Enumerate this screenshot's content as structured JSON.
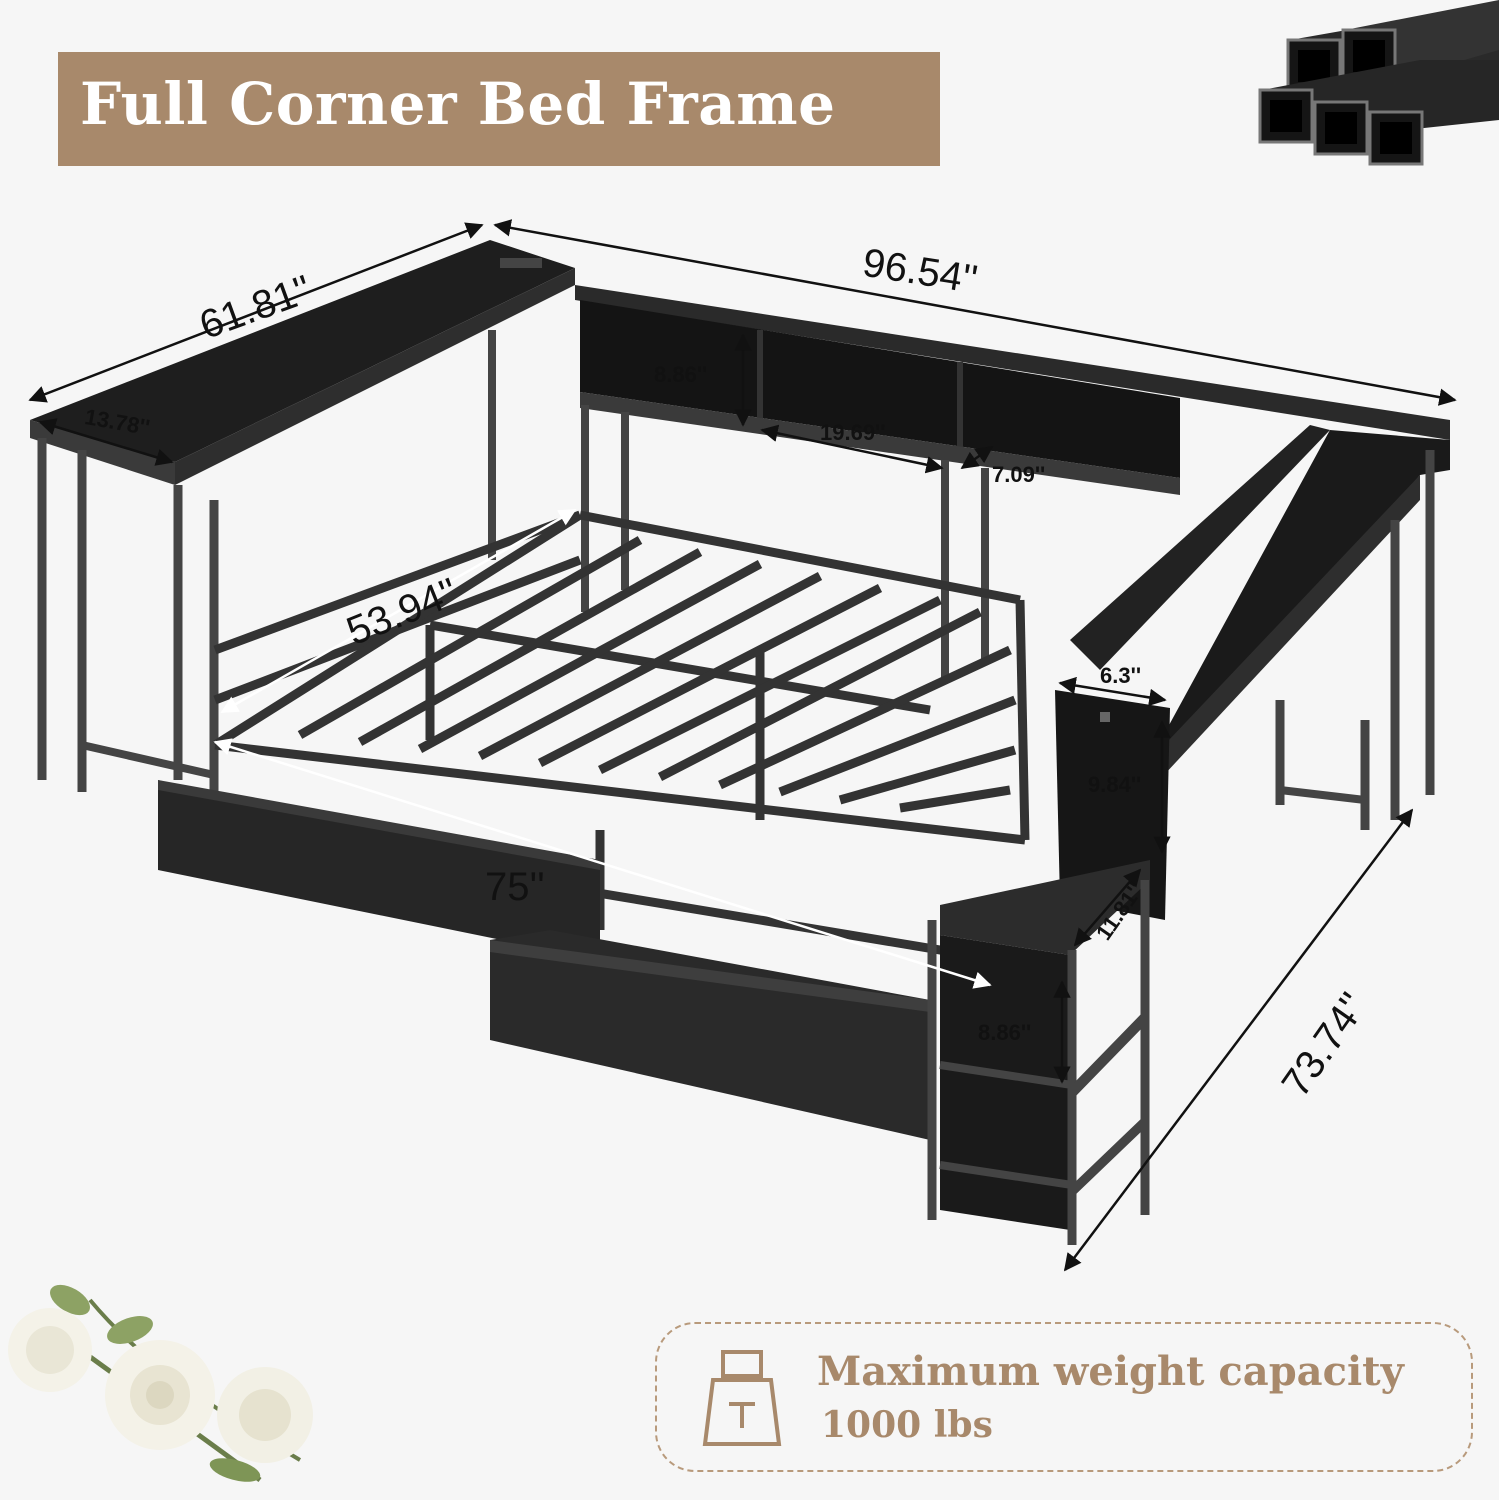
{
  "title": "Full Corner Bed Frame",
  "dimensions": {
    "top_left_depth": "61.81''",
    "overall_length": "96.54''",
    "desk_depth": "13.78''",
    "shelf_height": "8.86''",
    "shelf_width": "19.69''",
    "shelf_depth": "7.09''",
    "inner_width": "53.94''",
    "inner_length": "75''",
    "nightstand_top_width": "6.3''",
    "nightstand_upper_height": "9.84''",
    "nightstand_depth": "11.81''",
    "nightstand_lower_height": "8.86''",
    "overall_width": "73.74''"
  },
  "capacity": {
    "line1": "Maximum weight capacity",
    "line2": "1000 lbs"
  },
  "colors": {
    "accent": "#a8896b",
    "frame": "#2b2b2b",
    "background": "#f6f6f6"
  },
  "icons": [
    "steel-tube-icon",
    "weight-icon",
    "flowers-image"
  ]
}
